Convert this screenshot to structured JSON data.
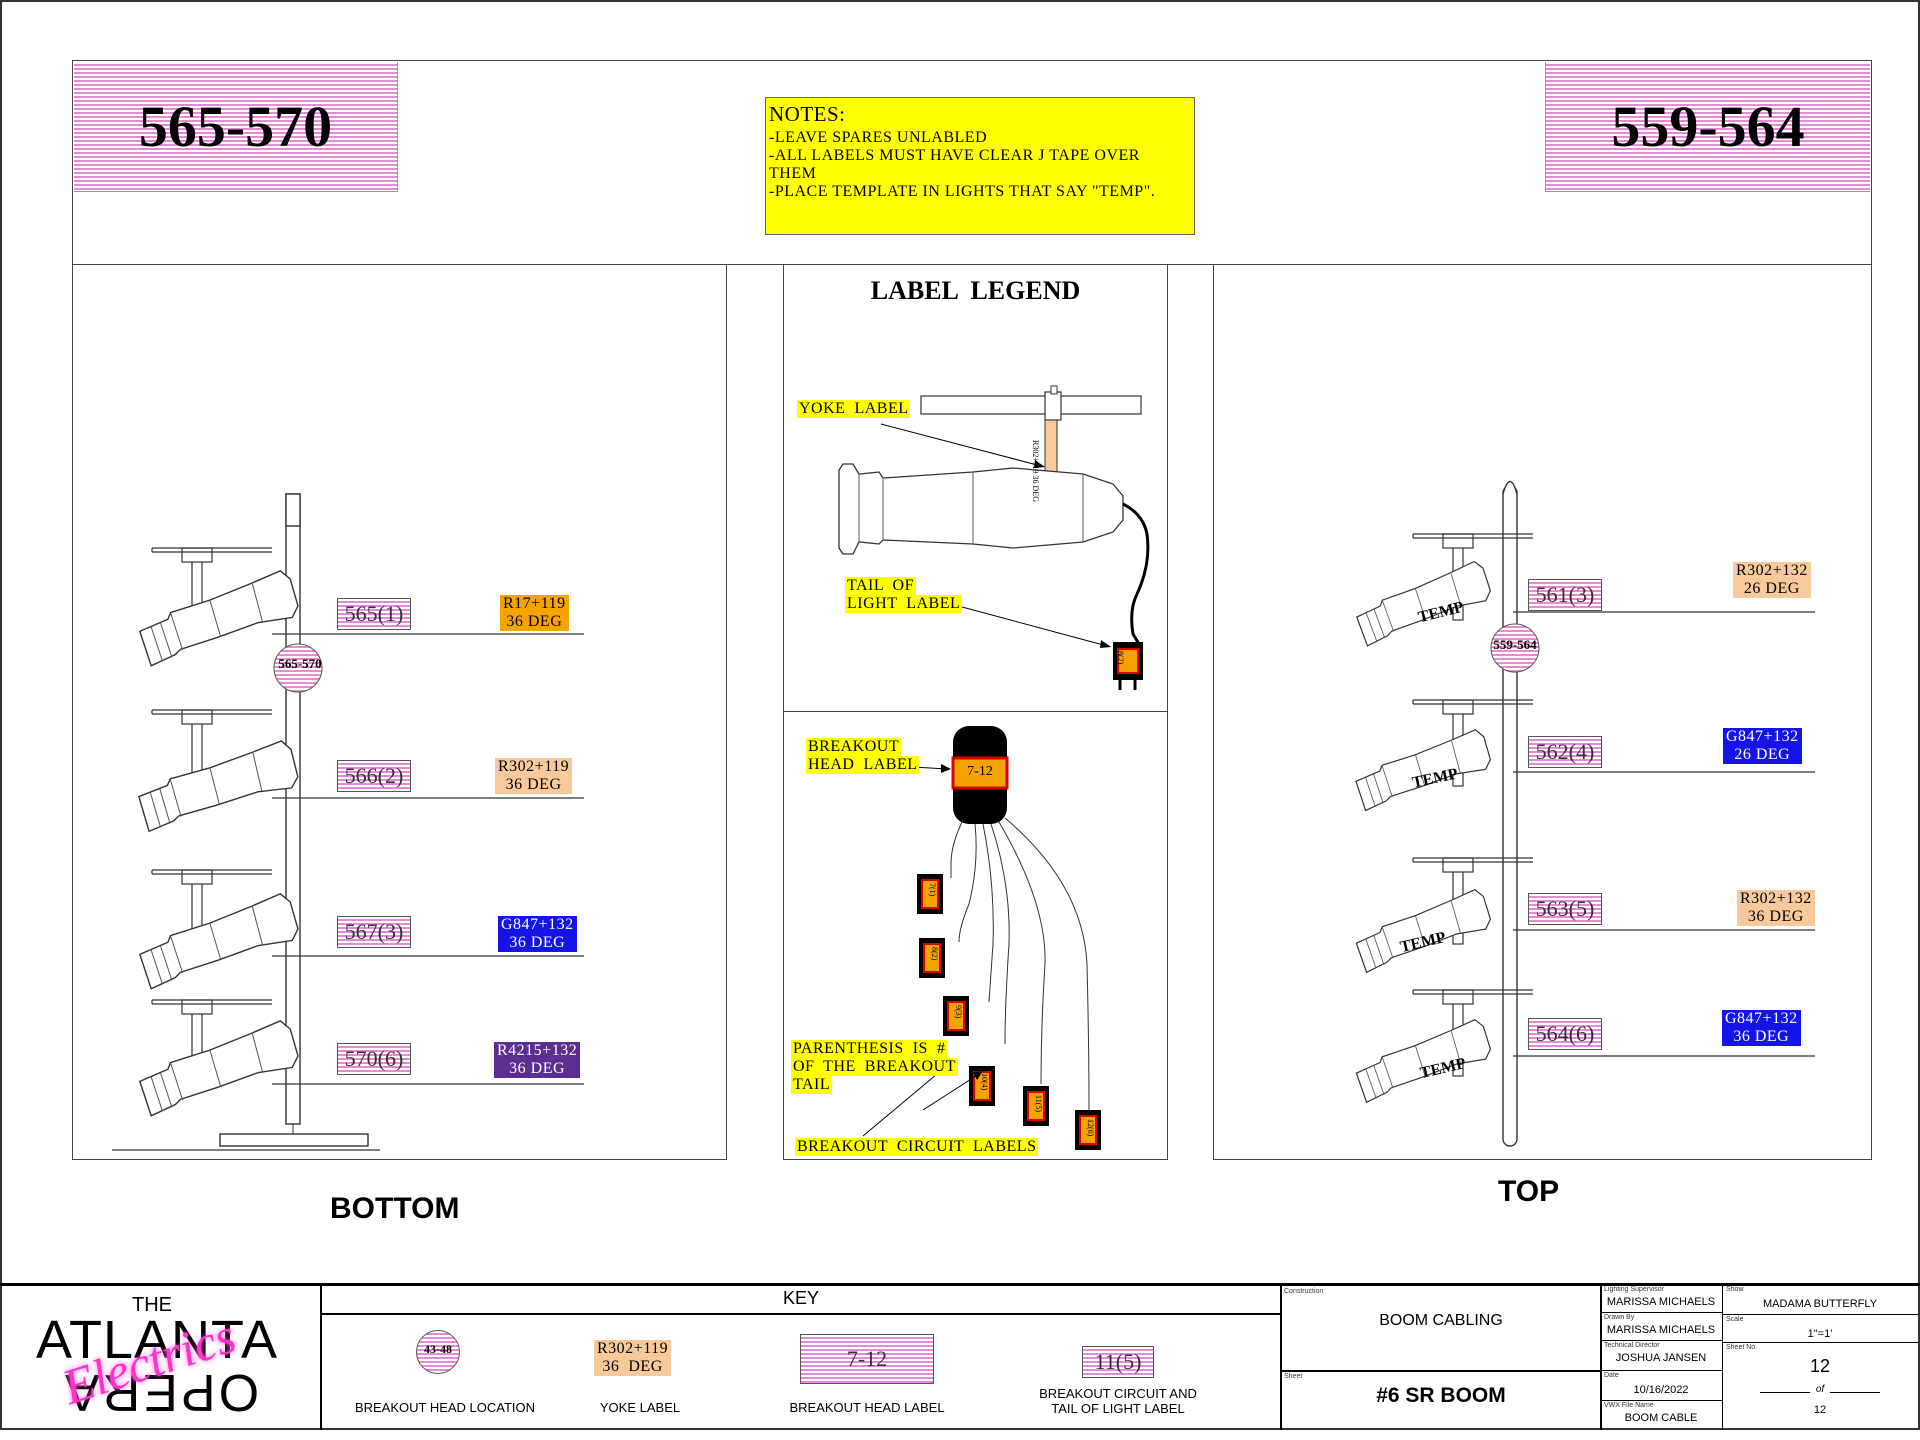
{
  "header": {
    "left_circuit": "565-570",
    "right_circuit": "559-564",
    "notes": {
      "title": "NOTES:",
      "lines": [
        "-LEAVE SPARES UNLABLED",
        "-ALL LABELS MUST HAVE CLEAR J TAPE OVER",
        "THEM",
        "-PLACE TEMPLATE IN LIGHTS THAT SAY \"TEMP\"."
      ]
    }
  },
  "left_panel": {
    "caption": "BOTTOM",
    "head_marker": "565-570",
    "units": [
      {
        "circuit": "565(1)",
        "color": "R17+119",
        "angle": "36 DEG",
        "tag_color": "#f5a300"
      },
      {
        "circuit": "566(2)",
        "color": "R302+119",
        "angle": "36 DEG",
        "tag_color": "#f8c99b"
      },
      {
        "circuit": "567(3)",
        "color": "G847+132",
        "angle": "36 DEG",
        "tag_color": "#1414e6"
      },
      {
        "circuit": "570(6)",
        "color": "R4215+132",
        "angle": "36 DEG",
        "tag_color": "#5b2e91"
      }
    ]
  },
  "right_panel": {
    "caption": "TOP",
    "head_marker": "559-564",
    "units": [
      {
        "circuit": "561(3)",
        "color": "R302+132",
        "angle": "26 DEG",
        "temp": "TEMP",
        "tag_color": "#f8c99b"
      },
      {
        "circuit": "562(4)",
        "color": "G847+132",
        "angle": "26 DEG",
        "temp": "TEMP",
        "tag_color": "#1414e6"
      },
      {
        "circuit": "563(5)",
        "color": "R302+132",
        "angle": "36 DEG",
        "temp": "TEMP",
        "tag_color": "#f8c99b"
      },
      {
        "circuit": "564(6)",
        "color": "G847+132",
        "angle": "36 DEG",
        "temp": "TEMP",
        "tag_color": "#1414e6"
      }
    ]
  },
  "legend": {
    "title": "LABEL  LEGEND",
    "yoke_label": "YOKE  LABEL",
    "yoke_tag": "R302+119 36 DEG",
    "tail_label_1": "TAIL  OF",
    "tail_label_2": "LIGHT  LABEL",
    "tail_tag": "8(2)",
    "breakout_head_1": "BREAKOUT",
    "breakout_head_2": "HEAD  LABEL",
    "breakout_head_tag": "7-12",
    "paren_1": "PARENTHESIS  IS  #",
    "paren_2": "OF  THE  BREAKOUT",
    "paren_3": "TAIL",
    "circuit_labels": "BREAKOUT  CIRCUIT  LABELS",
    "tails": [
      "7(1)",
      "8(2)",
      "9(3)",
      "10(4)",
      "11(5)",
      "12(6)"
    ]
  },
  "key": {
    "title": "KEY",
    "items": [
      {
        "sample": "43-48",
        "caption": "BREAKOUT HEAD LOCATION"
      },
      {
        "sample_line1": "R302+119",
        "sample_line2": "36  DEG",
        "caption": "YOKE LABEL"
      },
      {
        "sample": "7-12",
        "caption": "BREAKOUT HEAD LABEL"
      },
      {
        "sample": "11(5)",
        "caption_line1": "BREAKOUT CIRCUIT AND",
        "caption_line2": "TAIL OF LIGHT LABEL"
      }
    ]
  },
  "logo": {
    "top": "THE",
    "middle": "ATLANTA",
    "bottom": "OPERA",
    "script": "Electrics",
    "script_color": "#ff33cc"
  },
  "title_block": {
    "construction_label": "Construction",
    "construction": "BOOM CABLING",
    "sheet_label": "Sheet",
    "sheet": "#6 SR BOOM",
    "lighting_supervisor_label": "Lighting Supervisor",
    "lighting_supervisor": "MARISSA MICHAELS",
    "drawn_by_label": "Drawn By",
    "drawn_by": "MARISSA MICHAELS",
    "technical_director_label": "Technical Director",
    "technical_director": "JOSHUA JANSEN",
    "date_label": "Date",
    "date": "10/16/2022",
    "vwx_label": "VWX File Name",
    "vwx": "BOOM CABLE",
    "show_label": "Show",
    "show": "MADAMA BUTTERFLY",
    "scale_label": "Scale",
    "scale": "1\"=1'",
    "sheet_no_label": "Sheet No.",
    "sheet_no": "12",
    "of_label": "of",
    "of_total": "12"
  }
}
